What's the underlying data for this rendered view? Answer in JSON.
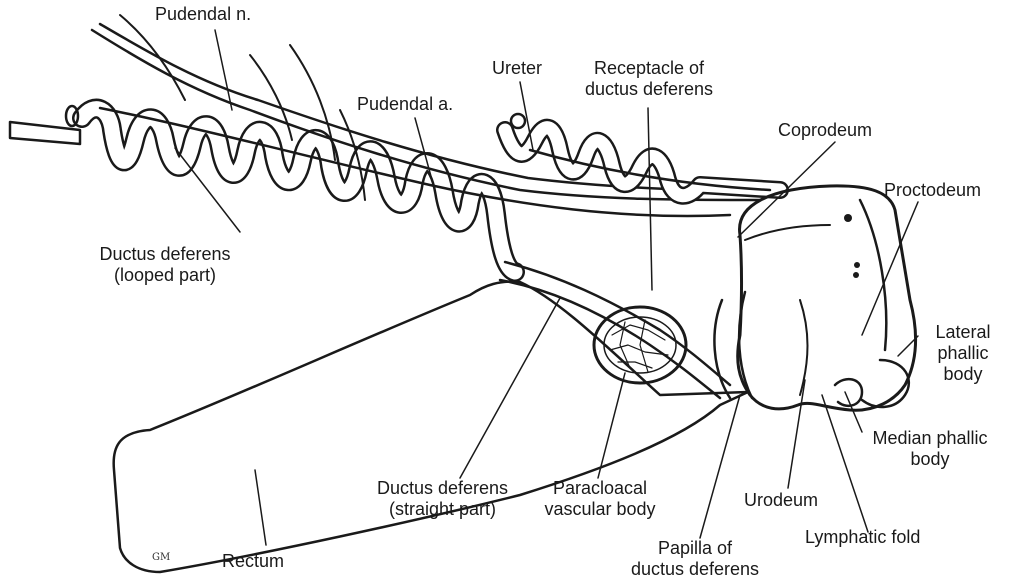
{
  "labels": {
    "pudendal_nerve": "Pudendal n.",
    "ureter": "Ureter",
    "receptacle_1": "Receptacle of",
    "receptacle_2": "ductus deferens",
    "pudendal_artery": "Pudendal a.",
    "coprodeum": "Coprodeum",
    "proctodeum": "Proctodeum",
    "ductus_looped_1": "Ductus deferens",
    "ductus_looped_2": "(looped part)",
    "lateral_phallic_1": "Lateral",
    "lateral_phallic_2": "phallic",
    "lateral_phallic_3": "body",
    "median_phallic_1": "Median phallic",
    "median_phallic_2": "body",
    "ductus_straight_1": "Ductus deferens",
    "ductus_straight_2": "(straight part)",
    "paracloacal_1": "Paracloacal",
    "paracloacal_2": "vascular body",
    "urodeum": "Urodeum",
    "lymphatic_fold": "Lymphatic fold",
    "rectum": "Rectum",
    "papilla_1": "Papilla of",
    "papilla_2": "ductus deferens"
  },
  "artist_signature": "GM",
  "colors": {
    "ink": "#1a1a1a",
    "background": "#ffffff"
  }
}
